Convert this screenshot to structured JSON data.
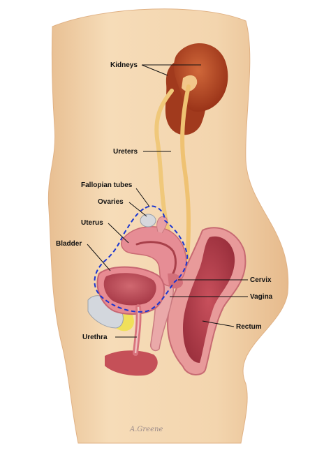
{
  "diagram": {
    "labels": {
      "kidneys": "Kidneys",
      "ureters": "Ureters",
      "fallopian_tubes": "Fallopian tubes",
      "ovaries": "Ovaries",
      "uterus": "Uterus",
      "bladder": "Bladder",
      "cervix": "Cervix",
      "vagina": "Vagina",
      "rectum": "Rectum",
      "urethra": "Urethra"
    },
    "signature": "A.Greene",
    "colors": {
      "skin": "#f2d3ab",
      "kidney": "#b8451f",
      "ureter": "#f0c87a",
      "uterus": "#e0878f",
      "bladder": "#c5535f",
      "rectum": "#b8454f",
      "fat": "#f0e060",
      "bone": "#cfd3d8",
      "outline_dash": "#1a35d0"
    }
  }
}
